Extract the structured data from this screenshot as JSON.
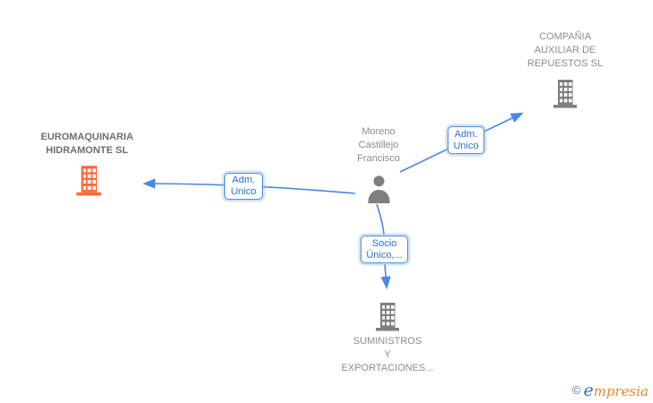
{
  "person": {
    "name_line1": "Moreno",
    "name_line2": "Castillejo",
    "name_line3": "Francisco"
  },
  "companies": {
    "repuestos": {
      "line1": "COMPAÑIA",
      "line2": "AUXILIAR DE",
      "line3": "REPUESTOS SL"
    },
    "euromaquinaria": {
      "line1": "EUROMAQUINARIA",
      "line2": "HIDRAMONTE SL"
    },
    "suministros": {
      "line1": "SUMINISTROS",
      "line2": "Y",
      "line3": "EXPORTACIONES..."
    }
  },
  "edges": {
    "adm_unico_top": {
      "line1": "Adm.",
      "line2": "Unico"
    },
    "adm_unico_left": {
      "line1": "Adm.",
      "line2": "Unico"
    },
    "socio_unico": {
      "line1": "Socio",
      "line2": "Único,..."
    }
  },
  "footer": {
    "copyright": "©",
    "brand_first": "e",
    "brand_rest": "mpresia"
  },
  "colors": {
    "arrow_blue": "#4a86e8",
    "edge_box_border": "#4f8fd6",
    "edge_box_text": "#2a6fd1",
    "label_gray": "#8c8c8c",
    "label_bold_gray": "#6e6e6e",
    "building_gray": "#7f7f7f",
    "building_orange": "#fa6a3c",
    "brand_blue": "#2f72b8",
    "brand_orange": "#e8842c",
    "copyright_teal": "#4a7d8c"
  }
}
